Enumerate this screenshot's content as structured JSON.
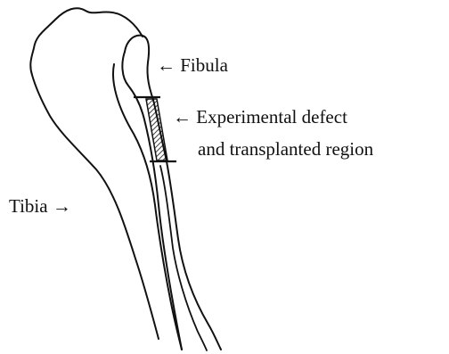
{
  "labels": {
    "fibula": "← Fibula",
    "defect_line1": "← Experimental defect",
    "defect_line2": "and transplanted region",
    "tibia": "Tibia →"
  },
  "colors": {
    "ink": "#111111",
    "background": "#ffffff"
  }
}
